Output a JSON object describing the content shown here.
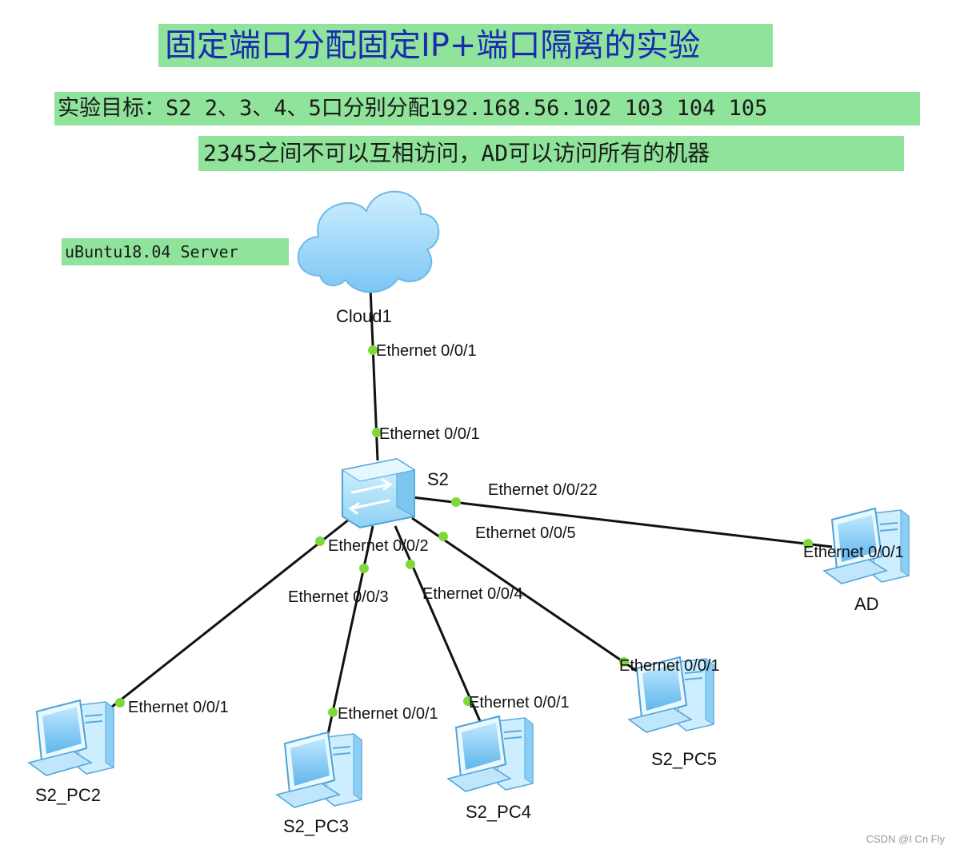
{
  "title": "固定端口分配固定IP+端口隔离的实验",
  "goal_line1": "实验目标：S2 2、3、4、5口分别分配192.168.56.102 103 104 105",
  "goal_line2": "2345之间不可以互相访问，AD可以访问所有的机器",
  "server_note": "uBuntu18.04 Server",
  "colors": {
    "highlight": "#8fe39a",
    "title": "#1a2bb0",
    "port_dot": "#7ed83a",
    "link": "#111111"
  },
  "nodes": {
    "cloud": {
      "label": "Cloud1",
      "icon": "cloud-icon"
    },
    "switch": {
      "label": "S2",
      "icon": "switch-icon"
    },
    "ad": {
      "label": "AD",
      "icon": "pc-icon"
    },
    "pc2": {
      "label": "S2_PC2",
      "icon": "pc-icon"
    },
    "pc3": {
      "label": "S2_PC3",
      "icon": "pc-icon"
    },
    "pc4": {
      "label": "S2_PC4",
      "icon": "pc-icon"
    },
    "pc5": {
      "label": "S2_PC5",
      "icon": "pc-icon"
    }
  },
  "links": {
    "cloud_s2": {
      "a_port": "Ethernet 0/0/1",
      "b_port": "Ethernet 0/0/1"
    },
    "s2_ad": {
      "a_port": "Ethernet 0/0/22",
      "b_port": "Ethernet 0/0/1"
    },
    "s2_pc2": {
      "a_port": "Ethernet 0/0/2",
      "b_port": "Ethernet 0/0/1"
    },
    "s2_pc3": {
      "a_port": "Ethernet 0/0/3",
      "b_port": "Ethernet 0/0/1"
    },
    "s2_pc4": {
      "a_port": "Ethernet 0/0/4",
      "b_port": "Ethernet 0/0/1"
    },
    "s2_pc5": {
      "a_port": "Ethernet 0/0/5",
      "b_port": "Ethernet 0/0/1"
    }
  },
  "watermark": "CSDN @I Cn Fly"
}
